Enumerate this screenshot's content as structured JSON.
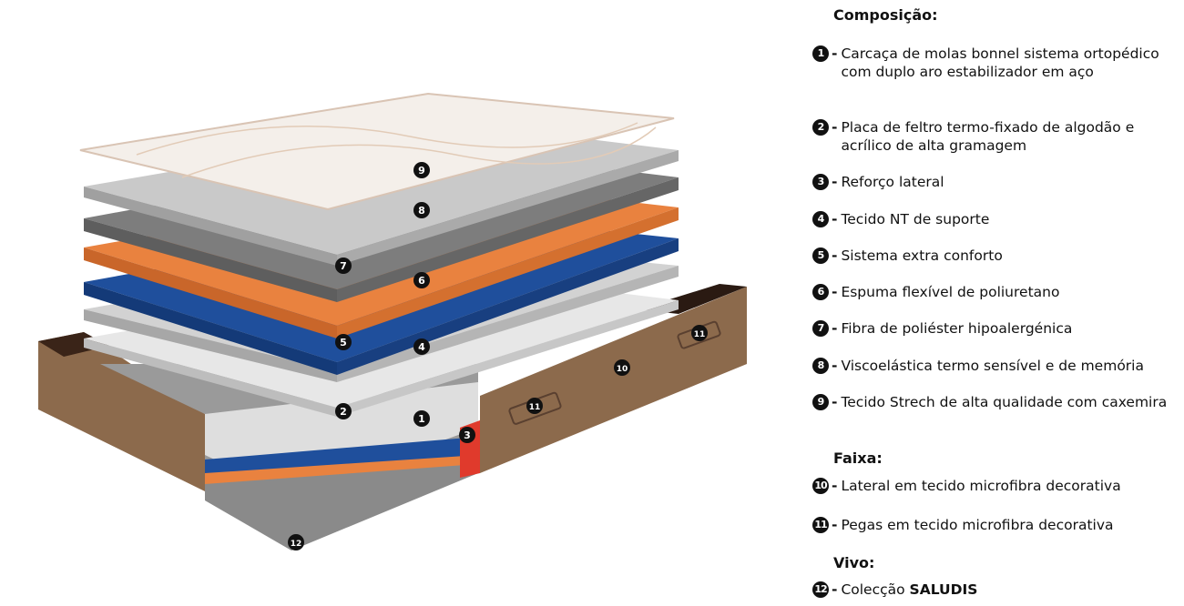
{
  "composition": {
    "heading": "Composição:",
    "items": [
      {
        "num": "1",
        "text": "Carcaça de molas bonnel sistema ortopédico com duplo aro estabilizador em aço"
      },
      {
        "num": "2",
        "text": "Placa de feltro termo-fixado de algodão e acrílico de alta gramagem"
      },
      {
        "num": "3",
        "text": "Reforço lateral"
      },
      {
        "num": "4",
        "text": "Tecido NT de suporte"
      },
      {
        "num": "5",
        "text": "Sistema extra conforto"
      },
      {
        "num": "6",
        "text": "Espuma flexível de poliuretano"
      },
      {
        "num": "7",
        "text": "Fibra de poliéster hipoalergénica"
      },
      {
        "num": "8",
        "text": "Viscoelástica termo sensível e de memória"
      },
      {
        "num": "9",
        "text": "Tecido Strech de alta qualidade com caxemira"
      }
    ]
  },
  "band": {
    "heading": "Faixa:",
    "items": [
      {
        "num": "10",
        "text": "Lateral em tecido microfibra decorativa"
      },
      {
        "num": "11",
        "text": "Pegas em tecido microfibra decorativa"
      }
    ]
  },
  "piping": {
    "heading": "Vivo:",
    "items": [
      {
        "num": "12",
        "text": "Colecção ",
        "brand": "SALUDIS"
      }
    ]
  },
  "dash": "-",
  "markers": [
    "9",
    "8",
    "7",
    "6",
    "5",
    "4",
    "2",
    "1",
    "3",
    "10",
    "11",
    "11",
    "12"
  ],
  "colors": {
    "orange": "#e9823f",
    "blue": "#1f4f9c",
    "brown": "#8c6a4c",
    "grey": "#7d7d7d",
    "light_grey": "#cfcfcf",
    "cream": "#f4efea"
  }
}
